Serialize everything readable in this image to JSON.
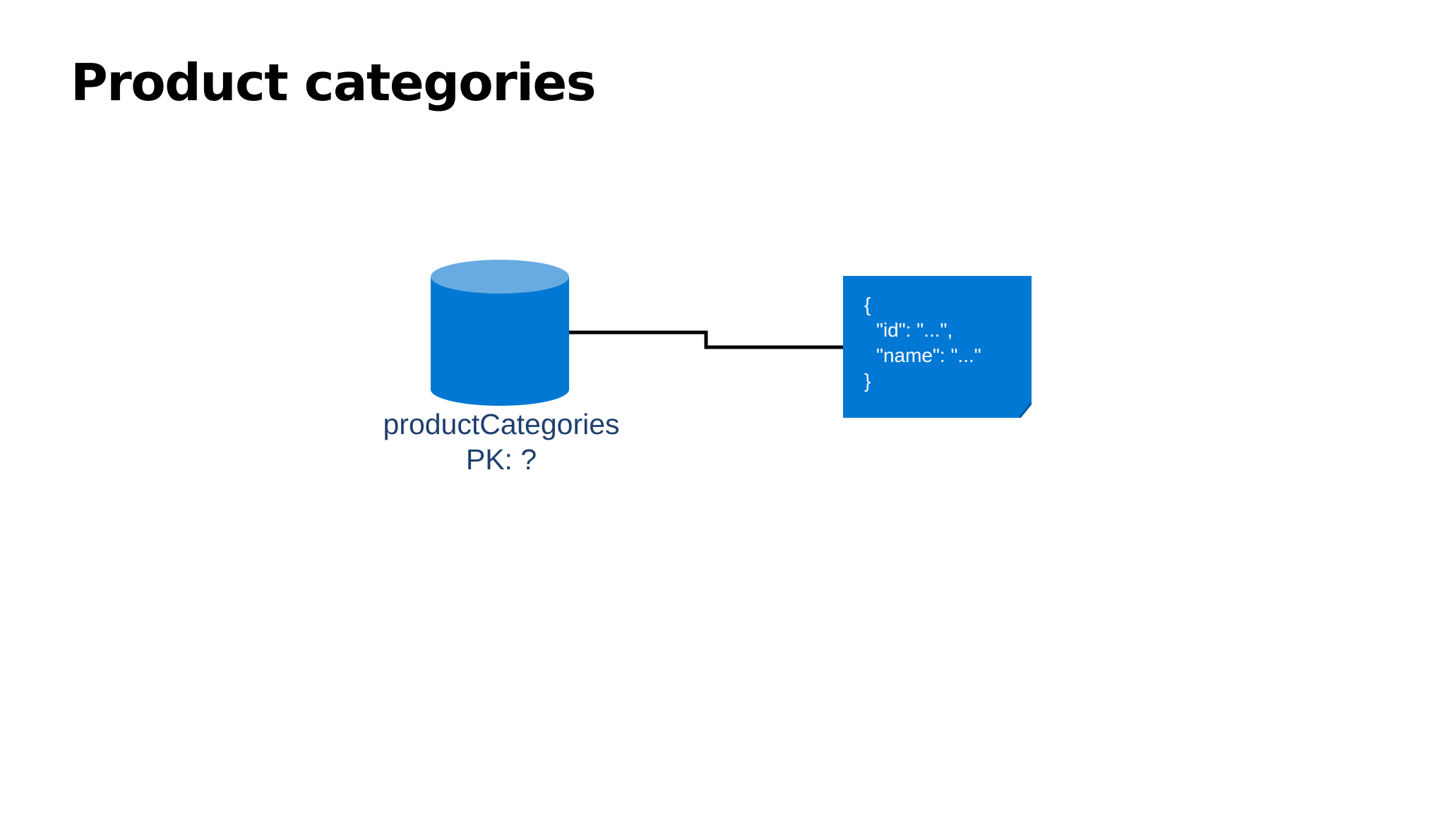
{
  "slide": {
    "title": "Product categories"
  },
  "container": {
    "name": "productCategories",
    "partition_key_label": "PK: ?",
    "body_color": "#0078d4",
    "top_color": "#68abe3",
    "label_color": "#1f3f6e"
  },
  "document": {
    "lines": [
      "{",
      "\"id\": \"...\",",
      "\"name\": \"...\"",
      "}"
    ],
    "fill_color": "#0078d4",
    "text_color": "#ffffff"
  },
  "connector": {
    "color": "#000000"
  }
}
